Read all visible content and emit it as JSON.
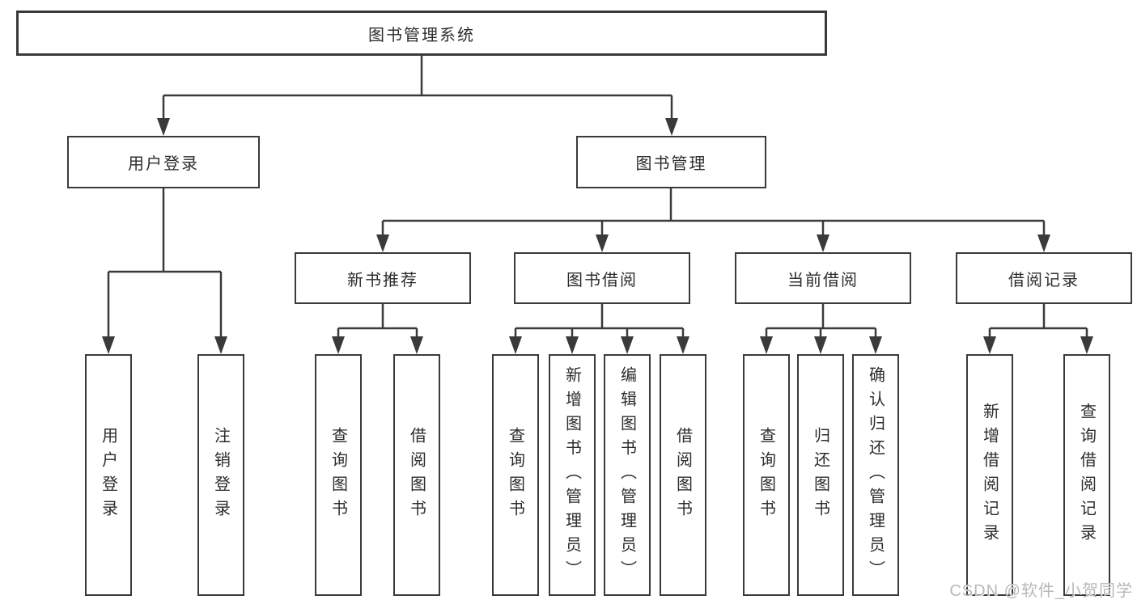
{
  "nodes": {
    "root": "图书管理系统",
    "user_login": "用户登录",
    "book_management": "图书管理",
    "new_book_recommend": "新书推荐",
    "book_borrow": "图书借阅",
    "current_borrow": "当前借阅",
    "borrow_records": "借阅记录",
    "leaf_user_login": "用户登录",
    "leaf_logout": "注销登录",
    "leaf_query_book_1": "查询图书",
    "leaf_borrow_book_1": "借阅图书",
    "leaf_query_book_2": "查询图书",
    "leaf_add_book_admin": "新增图书（管理员）",
    "leaf_edit_book_admin": "编辑图书（管理员）",
    "leaf_borrow_book_2": "借阅图书",
    "leaf_query_book_3": "查询图书",
    "leaf_return_book": "归还图书",
    "leaf_confirm_return_admin": "确认归还（管理员）",
    "leaf_add_borrow_record": "新增借阅记录",
    "leaf_query_borrow_record": "查询借阅记录"
  },
  "watermark": "CSDN @软件_小贺同学",
  "colors": {
    "line": "#3a3a3a",
    "text": "#2d2d2d",
    "watermark": "#b8b8b8",
    "background": "#ffffff"
  }
}
